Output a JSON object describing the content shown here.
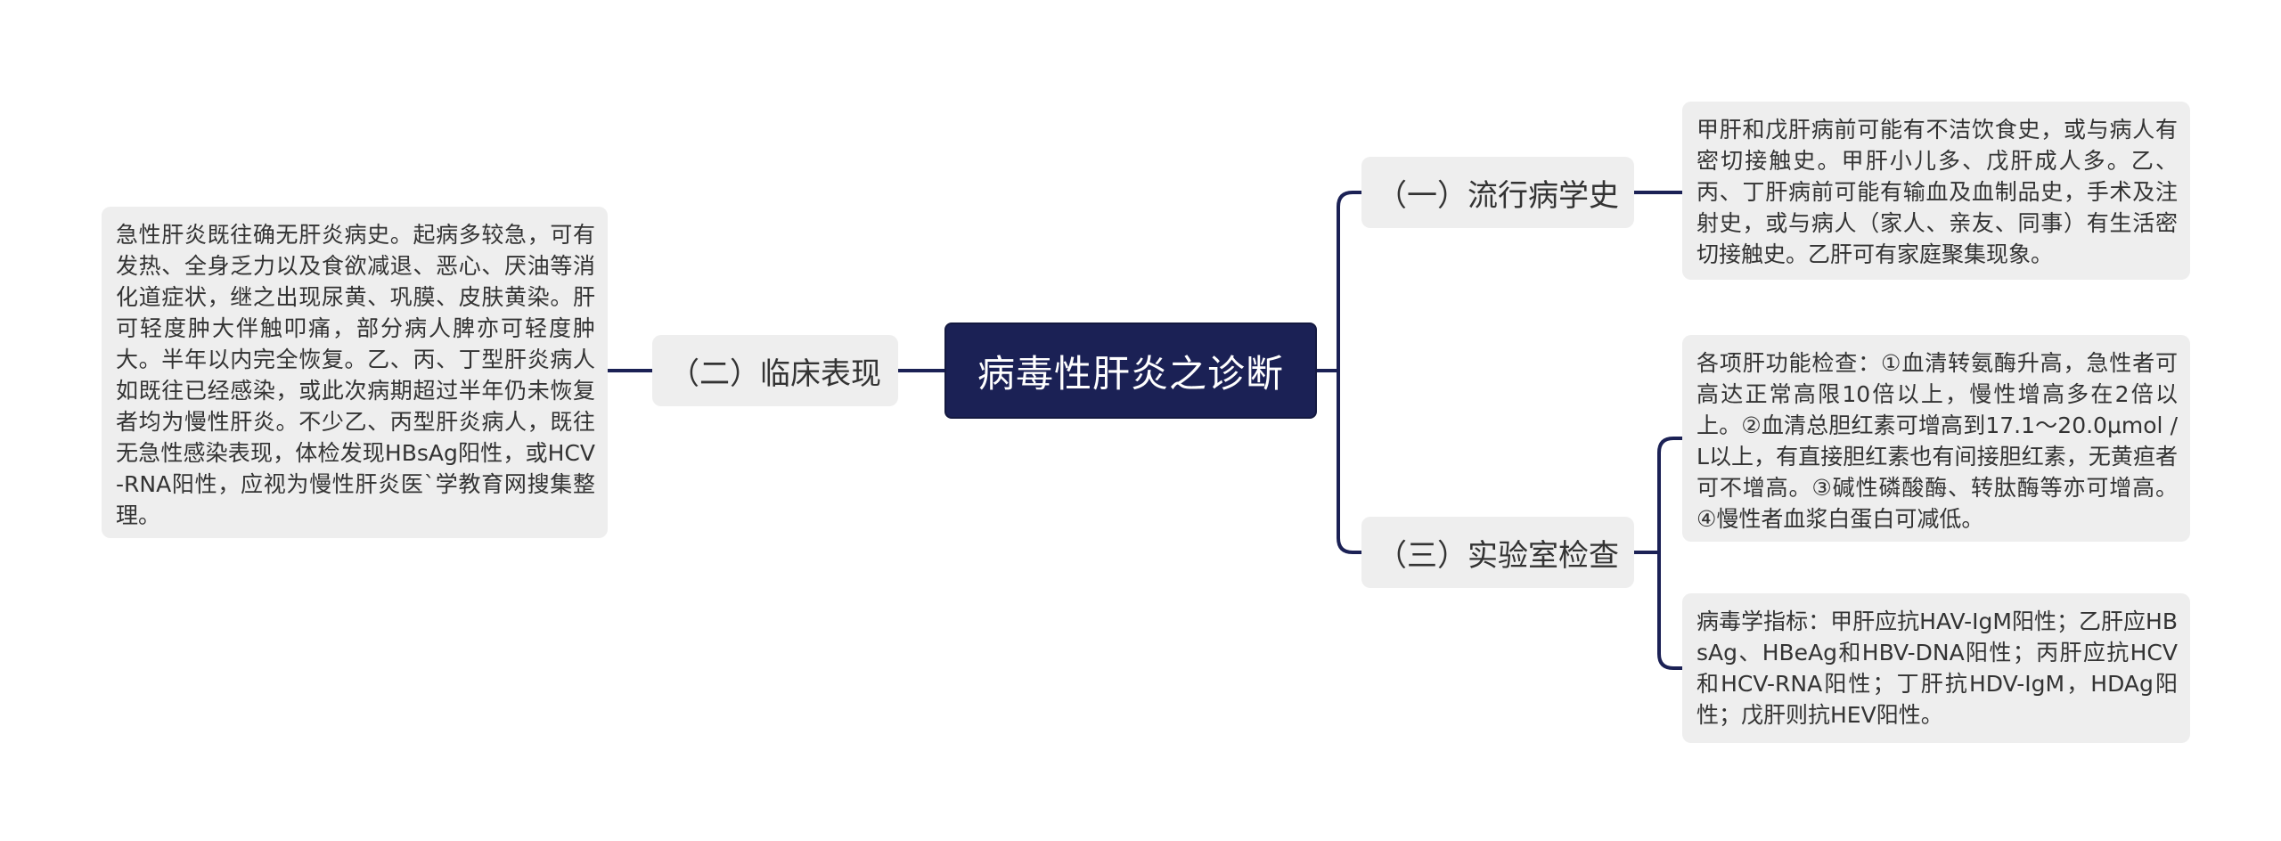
{
  "mindmap": {
    "root": {
      "label": "病毒性肝炎之诊断"
    },
    "branches": [
      {
        "label": "（一）流行病学史",
        "details": [
          "甲肝和戊肝病前可能有不洁饮食史，或与病人有密切接触史。甲肝小儿多、戊肝成人多。乙、丙、丁肝病前可能有输血及血制品史，手术及注射史，或与病人（家人、亲友、同事）有生活密切接触史。乙肝可有家庭聚集现象。"
        ]
      },
      {
        "label": "（二）临床表现",
        "details": [
          "急性肝炎既往确无肝炎病史。起病多较急，可有发热、全身乏力以及食欲减退、恶心、厌油等消化道症状，继之出现尿黄、巩膜、皮肤黄染。肝可轻度肿大伴触叩痛，部分病人脾亦可轻度肿大。半年以内完全恢复。乙、丙、丁型肝炎病人如既往已经感染，或此次病期超过半年仍未恢复者均为慢性肝炎。不少乙、丙型肝炎病人，既往无急性感染表现，体检发现HBsAg阳性，或HCV-RNA阳性，应视为慢性肝炎医`学教育网搜集整理。"
        ]
      },
      {
        "label": "（三）实验室检查",
        "details": [
          "各项肝功能检查：①血清转氨酶升高，急性者可高达正常高限10倍以上，慢性增高多在2倍以上。②血清总胆红素可增高到17.1～20.0μmol / L以上，有直接胆红素也有间接胆红素，无黄疸者可不增高。③碱性磷酸酶、转肽酶等亦可增高。④慢性者血浆白蛋白可减低。",
          "病毒学指标：甲肝应抗HAV-IgM阳性；乙肝应HBsAg、HBeAg和HBV-DNA阳性；丙肝应抗HCV和HCV-RNA阳性；丁肝抗HDV-IgM，HDAg阳性；戊肝则抗HEV阳性。"
        ]
      }
    ]
  },
  "colors": {
    "root_fill": "#1b2155",
    "root_text": "#ffffff",
    "connector": "#1b2155",
    "node_fill": "#eeeeee",
    "node_text": "#333333"
  }
}
